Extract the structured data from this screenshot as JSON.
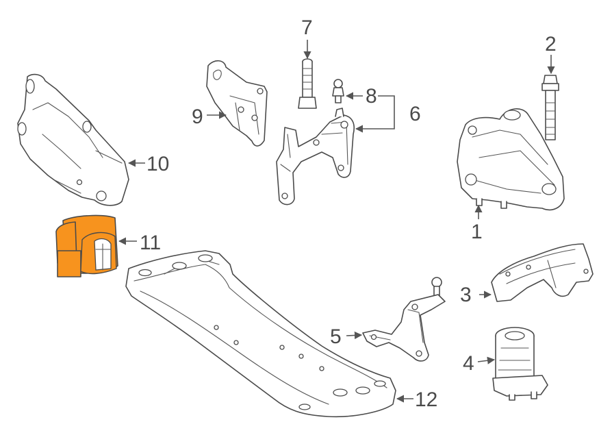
{
  "diagram": {
    "callouts": {
      "c1": "1",
      "c2": "2",
      "c3": "3",
      "c4": "4",
      "c5": "5",
      "c6": "6",
      "c7": "7",
      "c8": "8",
      "c9": "9",
      "c10": "10",
      "c11": "11",
      "c12": "12"
    },
    "highlight_color": "#f7931e",
    "line_color": "#4a4a4a"
  }
}
